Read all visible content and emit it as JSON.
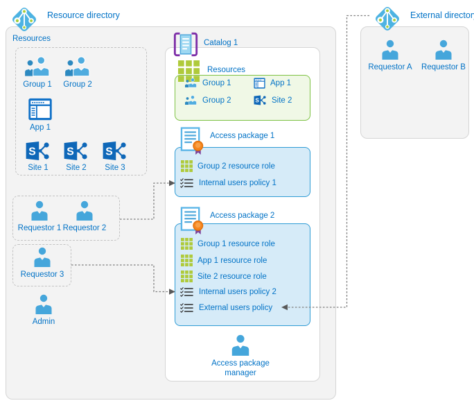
{
  "directories": {
    "resource": "Resource directory",
    "external": "External directory"
  },
  "resource_panel": {
    "resources_label": "Resources",
    "resource_items": [
      "Group 1",
      "Group 2",
      "App 1",
      "Site 1",
      "Site 2",
      "Site 3"
    ],
    "requestor_group_1": [
      "Requestor 1",
      "Requestor 2"
    ],
    "requestor_group_2": [
      "Requestor 3"
    ],
    "admin": "Admin"
  },
  "catalog": {
    "title": "Catalog 1",
    "resources": {
      "label": "Resources",
      "items": [
        "Group 1",
        "Group 2",
        "App 1",
        "Site 2"
      ]
    },
    "access_package_1": {
      "title": "Access package 1",
      "rows": [
        "Group 2 resource role",
        "Internal users policy 1"
      ]
    },
    "access_package_2": {
      "title": "Access package 2",
      "rows": [
        "Group 1 resource role",
        "App 1 resource role",
        "Site 2 resource role",
        "Internal users policy 2",
        "External users policy"
      ]
    },
    "manager": {
      "line1": "Access package",
      "line2": "manager"
    }
  },
  "external_panel": {
    "requestors": [
      "Requestor A",
      "Requestor B"
    ]
  },
  "colors": {
    "label_blue": "#0072C6",
    "person_blue": "#45A6DB",
    "grid_green": "#AFCA3B",
    "green_box_border": "#7CC142",
    "green_box_fill": "#F0F8E6",
    "blue_box_border": "#2E9BD5",
    "blue_box_fill": "#D6EBF8",
    "catalog_purple": "#7D2EA8",
    "sharepoint_blue": "#0E67B8",
    "app_blue": "#1272C8",
    "seal_orange": "#F5861F",
    "ribbon_purple": "#7D4199",
    "connector_gray": "#7F7F7F",
    "directory_icon_blue": "#4DB3E2"
  }
}
